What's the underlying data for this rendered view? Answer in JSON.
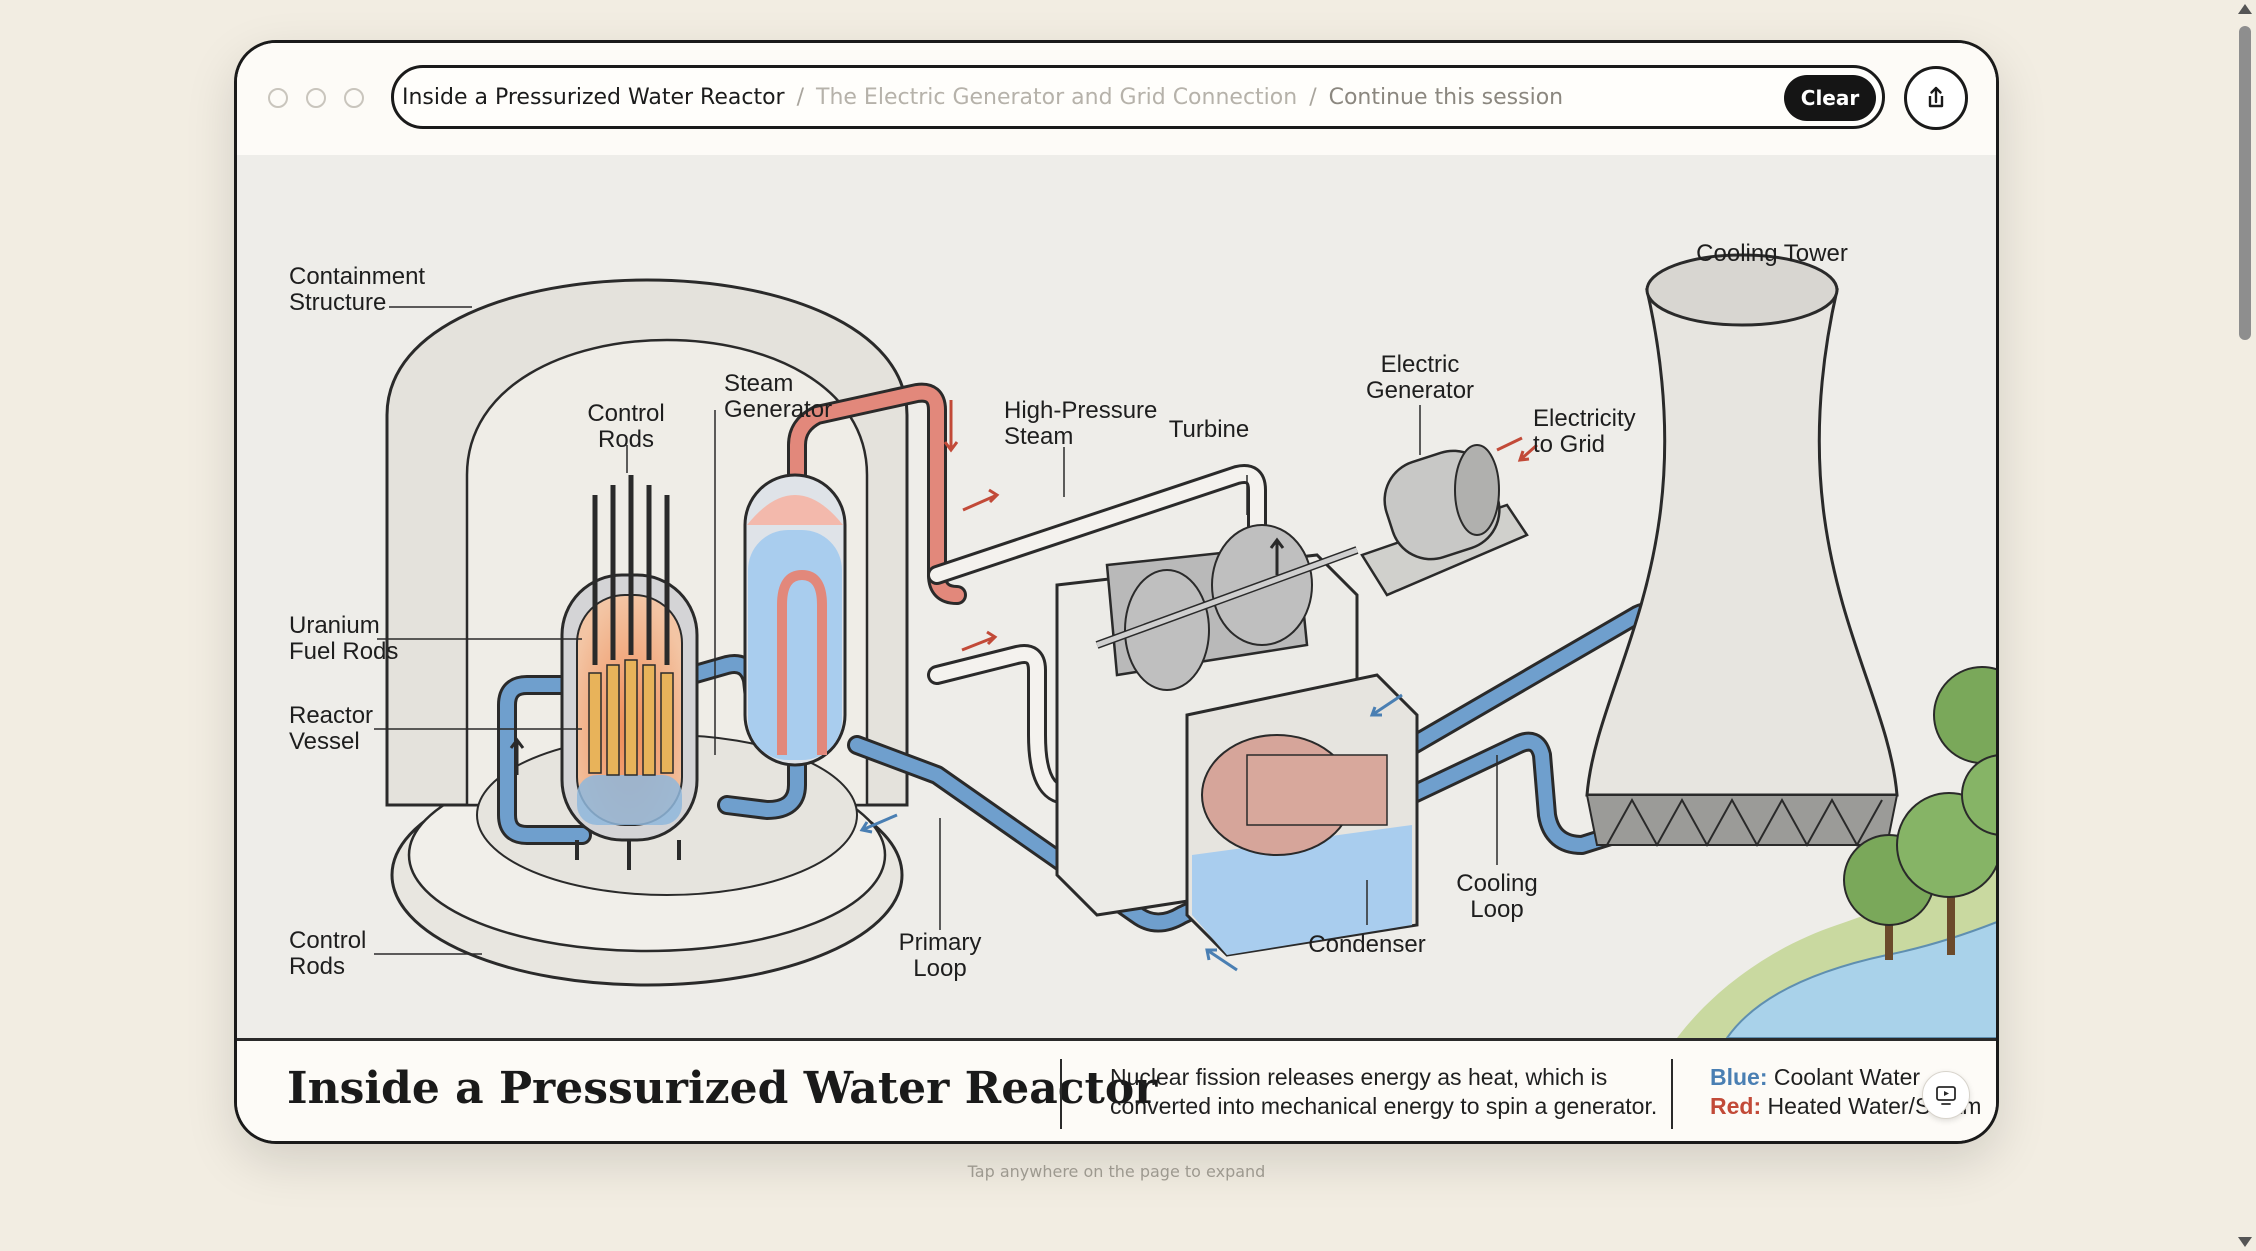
{
  "address_bar": {
    "crumb_current": "Inside a Pressurized Water Reactor",
    "crumb_next": "The Electric Generator and Grid Connection",
    "separator": "/",
    "continue_placeholder": "Continue this session",
    "clear_label": "Clear"
  },
  "illustration": {
    "labels": {
      "containment_line1": "Containment",
      "containment_line2": "Structure",
      "control_rods_top_line1": "Control",
      "control_rods_top_line2": "Rods",
      "steam_gen_line1": "Steam",
      "steam_gen_line2": "Generator",
      "hp_steam_line1": "High-Pressure",
      "hp_steam_line2": "Steam",
      "turbine": "Turbine",
      "elec_gen_line1": "Electric",
      "elec_gen_line2": "Generator",
      "grid_line1": "Electricity",
      "grid_line2": "to Grid",
      "cooling_tower": "Cooling Tower",
      "fuel_line1": "Uranium",
      "fuel_line2": "Fuel Rods",
      "vessel_line1": "Reactor",
      "vessel_line2": "Vessel",
      "control_rods_bottom_line1": "Control",
      "control_rods_bottom_line2": "Rods",
      "primary_line1": "Primary",
      "primary_line2": "Loop",
      "condenser": "Condenser",
      "cooling_loop_line1": "Cooling",
      "cooling_loop_line2": "Loop"
    },
    "colors": {
      "coolant": "#6f9fcd",
      "heated": "#e2887b",
      "water": "#a9cdee",
      "tree": "#7aa85a",
      "grass": "#c9d9a0",
      "river": "#a9d2ea"
    }
  },
  "caption": {
    "title": "Inside a Pressurized Water Reactor",
    "description": "Nuclear fission releases energy as heat, which is converted into mechanical energy to spin a generator.",
    "legend_blue_key": "Blue:",
    "legend_blue_text": " Coolant Water",
    "legend_red_key": "Red:",
    "legend_red_text": " Heated Water/Steam"
  },
  "hint": "Tap anywhere on the page to expand"
}
